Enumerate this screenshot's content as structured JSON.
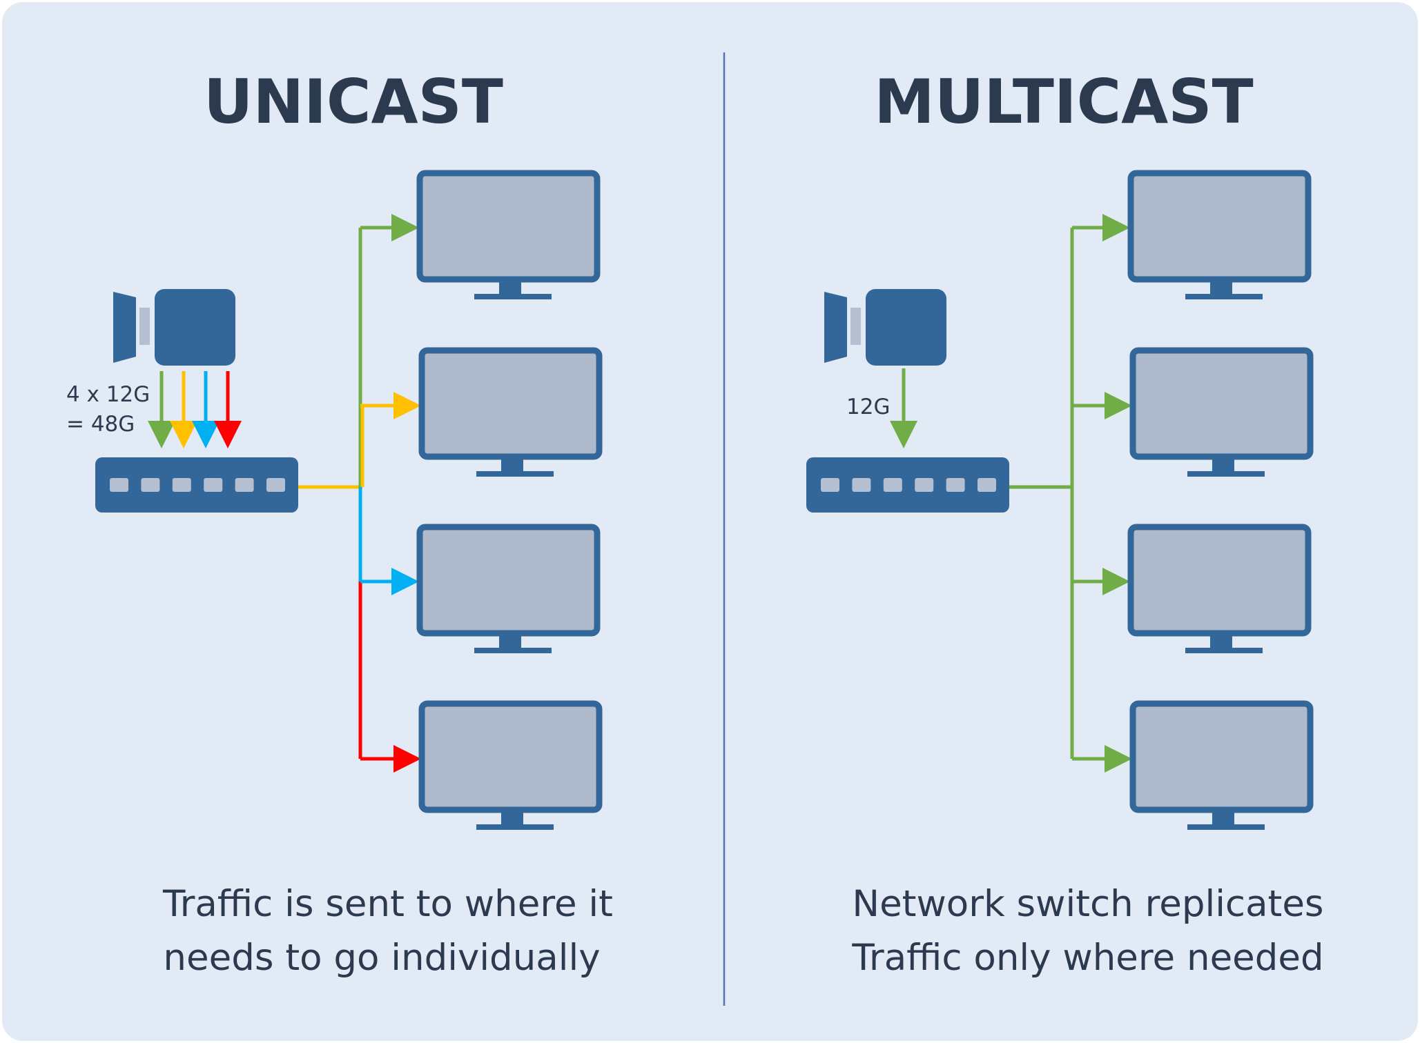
{
  "colors": {
    "background": "#e2eaf6",
    "device_blue": "#336699",
    "screen_fill": "#aeb9cb",
    "port_fill": "#b4bfd1",
    "divider": "#4e72b0",
    "text": "#2c3a4f",
    "stream_green": "#70ad47",
    "stream_yellow": "#ffc000",
    "stream_blue": "#00b0f0",
    "stream_red": "#ff0000"
  },
  "icons": {
    "camera": "video-camera-icon",
    "switch": "network-switch-icon",
    "monitor": "monitor-icon"
  },
  "unicast": {
    "title": "UNICAST",
    "rate_lines": [
      "4 x 12G",
      "= 48G"
    ],
    "caption_lines": [
      "Traffic is sent to where it",
      "needs to go individually"
    ],
    "stream_colors": [
      "stream_green",
      "stream_yellow",
      "stream_blue",
      "stream_red"
    ],
    "monitor_count": 4
  },
  "multicast": {
    "title": "MULTICAST",
    "rate_lines": [
      "12G"
    ],
    "caption_lines": [
      "Network switch replicates",
      "Traffic only where needed"
    ],
    "stream_colors": [
      "stream_green"
    ],
    "monitor_count": 4
  }
}
